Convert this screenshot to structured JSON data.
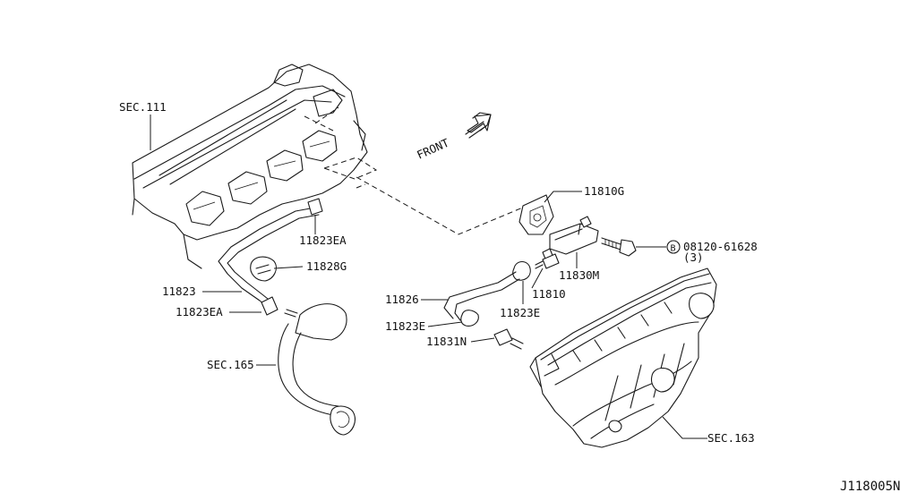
{
  "diagram_id": "J118005N",
  "front_label": "FRONT",
  "labels": {
    "sec111": "SEC.111",
    "sec165": "SEC.165",
    "sec163": "SEC.163",
    "p11823EA_top": "11823EA",
    "p11828G": "11828G",
    "p11823": "11823",
    "p11823EA_bottom": "11823EA",
    "p11810G": "11810G",
    "bolt": "08120-61628",
    "bolt_marker": "B",
    "bolt_qty": "(3)",
    "p11830M": "11830M",
    "p11810": "11810",
    "p11826": "11826",
    "p11823E_right": "11823E",
    "p11823E_left": "11823E",
    "p11831N": "11831N"
  },
  "colors": {
    "line": "#1a1a1a",
    "background": "#ffffff"
  }
}
